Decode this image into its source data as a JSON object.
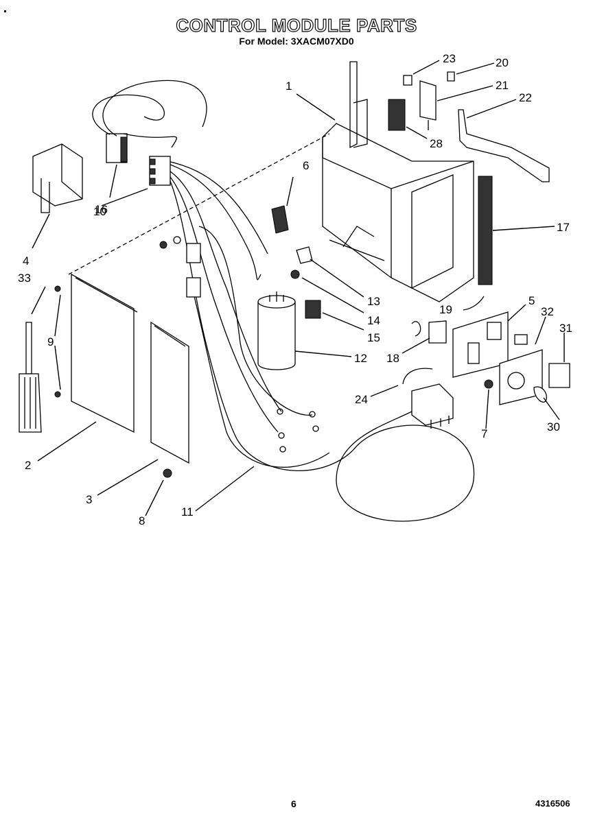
{
  "header": {
    "title": "CONTROL MODULE PARTS",
    "subtitle": "For Model: 3XACM07XD0"
  },
  "callouts": [
    "1",
    "2",
    "3",
    "4",
    "5",
    "6",
    "7",
    "8",
    "9",
    "10",
    "11",
    "12",
    "13",
    "14",
    "15",
    "16",
    "17",
    "18",
    "19",
    "20",
    "21",
    "22",
    "23",
    "24",
    "28",
    "30",
    "31",
    "32",
    "33"
  ],
  "footer": {
    "page_number": "6",
    "document_number": "4316506"
  }
}
